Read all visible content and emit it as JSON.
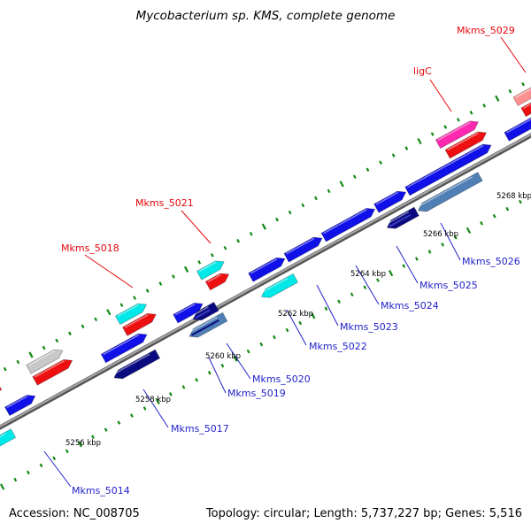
{
  "title": "Mycobacterium sp. KMS, complete genome",
  "footer": {
    "accession": "Accession: NC_008705",
    "summary": "Topology: circular; Length: 5,737,227 bp; Genes: 5,516"
  },
  "colors": {
    "backbone": "#808080",
    "blue": "#1010e8",
    "cyan": "#00e8e8",
    "red": "#ee1010",
    "pink": "#ff28b0",
    "lightred": "#ff9090",
    "grey": "#c8c8c8",
    "steel": "#4f7fb5",
    "navy": "#0a0a80",
    "navy_stripe": "#3a3ac0",
    "dot_green": "#118811",
    "label_red": "#e4060a",
    "label_blue": "#2222cc"
  },
  "tick_labels": [
    "5256 kbp",
    "5258 kbp",
    "5260 kbp",
    "5262 kbp",
    "5264 kbp",
    "5266 kbp",
    "5268 kbp"
  ],
  "gene_labels_top": [
    "Mkms_5018",
    "Mkms_5021",
    "ligC",
    "Mkms_5029"
  ],
  "gene_labels_bottom": [
    "Mkms_5014",
    "Mkms_5017",
    "Mkms_5019",
    "Mkms_5020",
    "Mkms_5022",
    "Mkms_5023",
    "Mkms_5024",
    "Mkms_5025",
    "Mkms_5026"
  ]
}
